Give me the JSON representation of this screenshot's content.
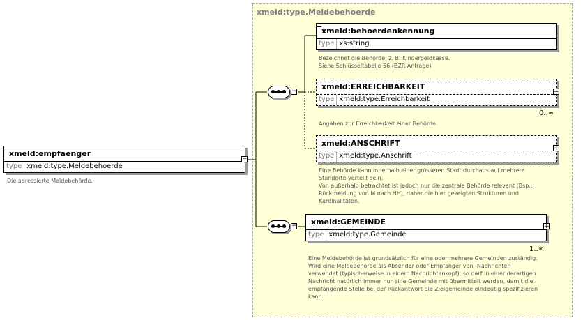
{
  "group_title": "xmeld:type.Meldebehoerde",
  "root": {
    "name": "xmeld:empfaenger",
    "type_key": "type",
    "type_value": "xmeld:type.Meldebehoerde",
    "doc": "Die adressierte Meldebehörde."
  },
  "elements": [
    {
      "name": "xmeld:behoerdenkennung",
      "type_key": "type",
      "type_value": "xs:string",
      "doc": "Bezeichnet die Behörde, z. B. Kindergeldkasse.\nSiehe Schlüsseltabelle 56 (BZR-Anfrage)"
    },
    {
      "name": "xmeld:ERREICHBARKEIT",
      "type_key": "type",
      "type_value": "xmeld:type.Erreichbarkeit",
      "occurrence": "0..∞",
      "doc": "Angaben zur Erreichbarkeit einer Behörde."
    },
    {
      "name": "xmeld:ANSCHRIFT",
      "type_key": "type",
      "type_value": "xmeld:type.Anschrift",
      "doc": "Eine Behörde kann innerhalb einer grösseren Stadt durchaus auf mehrere\nStandorte verteilt sein.\nVon außerhalb betrachtet ist jedoch nur die zentrale Behörde relevant (Bsp.:\nRückmeldung von M nach HH), daher die hier gezeigten Strukturen und\nKardinalitäten."
    },
    {
      "name": "xmeld:GEMEINDE",
      "type_key": "type",
      "type_value": "xmeld:type.Gemeinde",
      "occurrence": "1..∞",
      "doc": "Eine Meldebehörde ist grundsätzlich für eine oder mehrere Gemeinden zuständig.\nWird eine Meldebehörde als Absender oder Empfänger von -Nachrichten\nverwendet (typischerweise in einem Nachrichtenkopf), so darf in einer derartigen\nNachricht natürlich immer nur eine Gemeinde mit übermittelt werden, damit die\nempfangende Stelle bei der Rückantwort die Zielgemeinde eindeutig spezifizieren\nkann."
    }
  ],
  "colors": {
    "group_fill": "#ffffd8",
    "group_border": "#a6a6a6",
    "group_title": "#808080",
    "shadow": "#9a9a9a"
  }
}
